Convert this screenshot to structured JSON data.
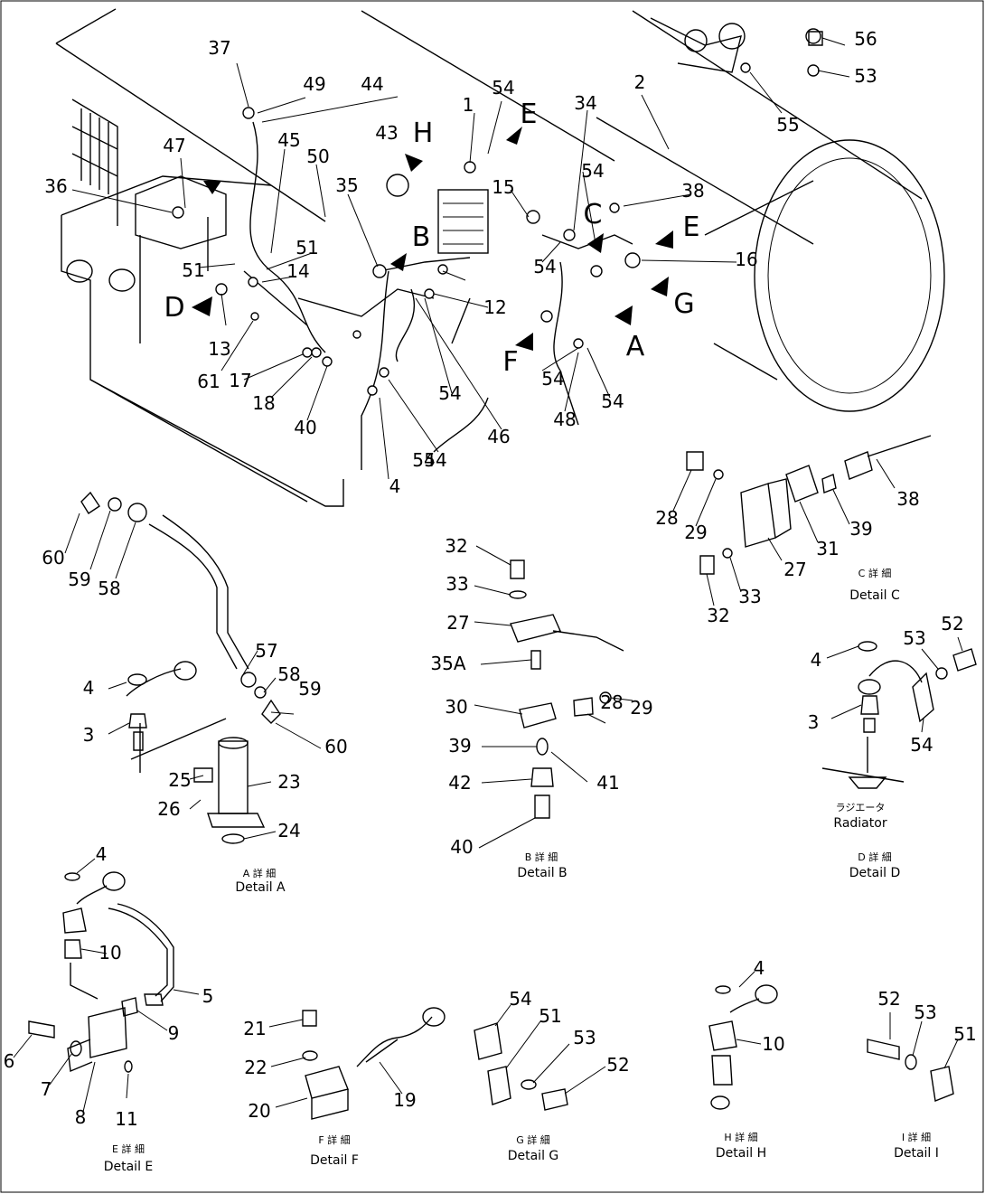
{
  "diagram": {
    "callouts": [
      "37",
      "49",
      "44",
      "54",
      "1",
      "43",
      "34",
      "2",
      "56",
      "53",
      "55",
      "45",
      "50",
      "35",
      "47",
      "36",
      "51",
      "51",
      "14",
      "13",
      "61",
      "17",
      "18",
      "40",
      "4",
      "54",
      "54",
      "54",
      "54",
      "12",
      "46",
      "15",
      "54",
      "38",
      "16",
      "54",
      "48",
      "54",
      "32",
      "33",
      "27",
      "35A",
      "30",
      "39",
      "42",
      "40",
      "41",
      "28",
      "29",
      "28",
      "29",
      "38",
      "39",
      "31",
      "27",
      "32",
      "33",
      "60",
      "59",
      "58",
      "57",
      "58",
      "59",
      "60",
      "4",
      "3",
      "25",
      "26",
      "23",
      "24",
      "4",
      "52",
      "53",
      "3",
      "54",
      "4",
      "10",
      "5",
      "9",
      "6",
      "7",
      "11",
      "8",
      "21",
      "22",
      "20",
      "19",
      "54",
      "51",
      "53",
      "52",
      "4",
      "10",
      "52",
      "53",
      "51"
    ],
    "view_letters": [
      "H",
      "E",
      "B",
      "C",
      "E",
      "G",
      "A",
      "F",
      "D"
    ],
    "details": [
      {
        "jp": "A 詳 細",
        "en": "Detail A"
      },
      {
        "jp": "B 詳 細",
        "en": "Detail B"
      },
      {
        "jp": "C 詳 細",
        "en": "Detail C"
      },
      {
        "jp": "D 詳 細",
        "en": "Detail D"
      },
      {
        "jp": "E 詳 細",
        "en": "Detail E"
      },
      {
        "jp": "F 詳 細",
        "en": "Detail F"
      },
      {
        "jp": "G 詳 細",
        "en": "Detail G"
      },
      {
        "jp": "H 詳 細",
        "en": "Detail H"
      },
      {
        "jp": "I 詳 細",
        "en": "Detail I"
      }
    ],
    "radiator_label": {
      "jp": "ラジエータ",
      "en": "Radiator"
    }
  }
}
